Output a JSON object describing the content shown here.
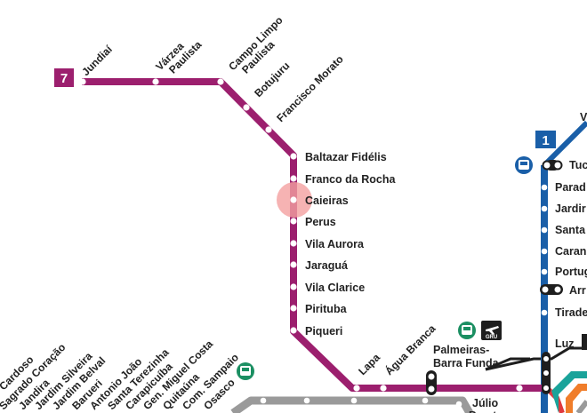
{
  "colors": {
    "line7": "#9c1f6e",
    "line1": "#1a5fa8",
    "cptm_gray": "#9a9a9a",
    "line_black": "#1e1e1e",
    "line_red": "#e0383e",
    "line_teal": "#1aa39a",
    "line_orange": "#f07d2a",
    "bus_green": "#1b8f62",
    "highlight": "#f4a0a0"
  },
  "icons": {
    "bus": "bus-icon",
    "airport": "airplane-icon",
    "airport_label": "GRU"
  },
  "line7": {
    "number": "7",
    "stations": [
      {
        "name": "Jundiaí"
      },
      {
        "name": "Várzea Paulista"
      },
      {
        "name": "Campo Limpo Paulista"
      },
      {
        "name": "Botujuru"
      },
      {
        "name": "Francisco Morato"
      },
      {
        "name": "Baltazar Fidélis"
      },
      {
        "name": "Franco da Rocha"
      },
      {
        "name": "Caieiras",
        "highlighted": true
      },
      {
        "name": "Perus"
      },
      {
        "name": "Vila Aurora"
      },
      {
        "name": "Jaraguá"
      },
      {
        "name": "Vila Clarice"
      },
      {
        "name": "Pirituba"
      },
      {
        "name": "Piqueri"
      },
      {
        "name": "Lapa"
      },
      {
        "name": "Água Branca"
      },
      {
        "name": "Palmeiras- Barra Funda"
      }
    ]
  },
  "line1": {
    "number": "1",
    "stations": [
      "V",
      "Tuc",
      "Parad",
      "Jardir",
      "Santa",
      "Caran",
      "Portug",
      "Arr",
      "Tirade",
      "Luz"
    ]
  },
  "line8": {
    "stations": [
      "Cardoso",
      "Sagrado Coração",
      "Jandira",
      "Jardim Silveira",
      "Jardim Belval",
      "Barueri",
      "Antonio João",
      "Santa Terezinha",
      "Carapicuíba",
      "Gen. Miguel Costa",
      "Quitaúna",
      "Com. Sampaio",
      "Osasco"
    ]
  },
  "other_labels": {
    "julio_prestes": "Júlio Prestes"
  }
}
